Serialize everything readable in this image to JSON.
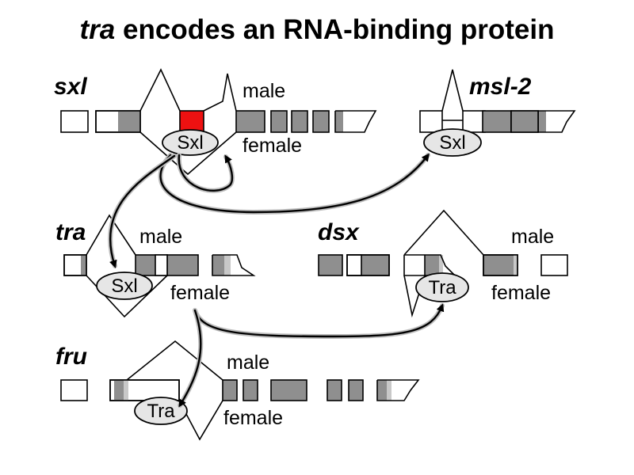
{
  "title": {
    "gene": "tra",
    "rest": "encodes an RNA-binding protein"
  },
  "genes": {
    "sxl": {
      "name": "sxl",
      "male_label": "male",
      "female_label": "female",
      "protein": "Sxl"
    },
    "msl2": {
      "name": "msl-2",
      "protein": "Sxl"
    },
    "tra": {
      "name": "tra",
      "male_label": "male",
      "female_label": "female",
      "protein": "Sxl"
    },
    "dsx": {
      "name": "dsx",
      "male_label": "male",
      "female_label": "female",
      "protein": "Tra"
    },
    "fru": {
      "name": "fru",
      "male_label": "male",
      "female_label": "female",
      "protein": "Tra"
    }
  },
  "colors": {
    "exon_gray": "#8f8f8f",
    "male_exon_red": "#ee1111",
    "protein_oval": "#e6e6e6"
  }
}
